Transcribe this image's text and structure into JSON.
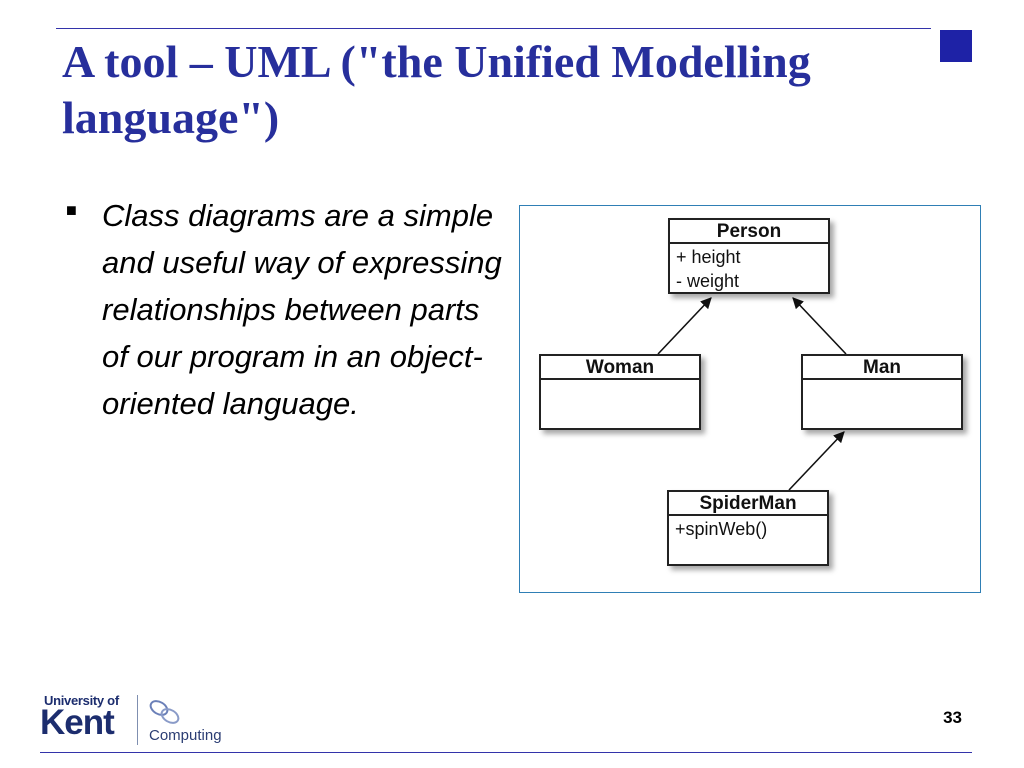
{
  "slide": {
    "title": "A tool – UML (\"the Unified Modelling language\")",
    "bullet": "Class diagrams are a simple and useful way of expressing relationships between parts of our program in an object-oriented language.",
    "page_number": "33"
  },
  "colors": {
    "title": "#272f9c",
    "accent_square": "#1e22a6",
    "rule": "#3333aa",
    "frame_border": "#2f7fb5",
    "logo": "#1c2d6e"
  },
  "diagram": {
    "classes": {
      "person": {
        "name": "Person",
        "attributes": [
          "+ height",
          "- weight"
        ]
      },
      "woman": {
        "name": "Woman",
        "attributes": []
      },
      "man": {
        "name": "Man",
        "attributes": []
      },
      "spiderman": {
        "name": "SpiderMan",
        "attributes": [
          "+spinWeb()"
        ]
      }
    },
    "relations": [
      {
        "from": "Woman",
        "to": "Person",
        "type": "inheritance"
      },
      {
        "from": "Man",
        "to": "Person",
        "type": "inheritance"
      },
      {
        "from": "SpiderMan",
        "to": "Man",
        "type": "inheritance"
      }
    ]
  },
  "footer": {
    "logo_university": "University of",
    "logo_kent": "Kent",
    "logo_department": "Computing"
  }
}
